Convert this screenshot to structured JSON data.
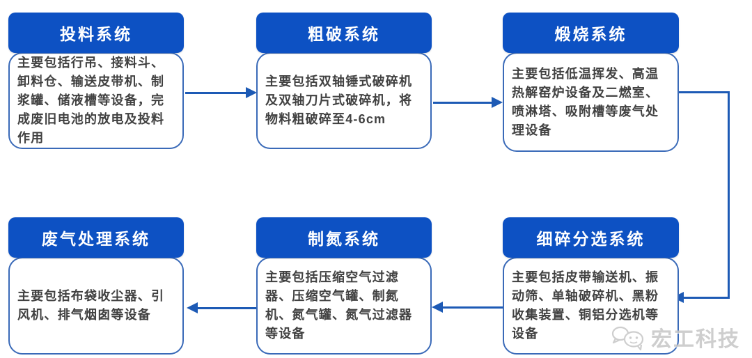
{
  "diagram": {
    "boxes": [
      {
        "id": "feeding-system",
        "title": "投料系统",
        "body": "主要包括行吊、接料斗、卸料仓、输送皮带机、制浆罐、储液槽等设备，完成废旧电池的放电及投料作用"
      },
      {
        "id": "coarse-crushing-system",
        "title": "粗破系统",
        "body": "主要包括双轴锤式破碎机及双轴刀片式破碎机，将物料粗破碎至4-6cm"
      },
      {
        "id": "calcination-system",
        "title": "煅烧系统",
        "body": "主要包括低温挥发、高温热解窑炉设备及二燃室、喷淋塔、吸附槽等废气处理设备"
      },
      {
        "id": "waste-gas-treatment-system",
        "title": "废气处理系统",
        "body": "主要包括布袋收尘器、引风机、排气烟囱等设备"
      },
      {
        "id": "nitrogen-generation-system",
        "title": "制氮系统",
        "body": "主要包括压缩空气过滤器、压缩空气罐、制氮机、氮气罐、氮气过滤器等设备"
      },
      {
        "id": "fine-crushing-sorting-system",
        "title": "细碎分选系统",
        "body": "主要包括皮带输送机、振动筛、单轴破碎机、黑粉收集装置、铜铝分选机等设备"
      }
    ],
    "flow_order": [
      "投料系统",
      "粗破系统",
      "煅烧系统",
      "细碎分选系统",
      "制氮系统",
      "废气处理系统"
    ],
    "watermark": {
      "text": "宏工科技"
    },
    "colors": {
      "title_bg": "#0D51C3",
      "title_text": "#FFFFFF",
      "box_border": "#3A6AB8",
      "arrow": "#1D5AB5",
      "body_text": "#414141",
      "watermark_text": "#C6C6C6"
    }
  }
}
